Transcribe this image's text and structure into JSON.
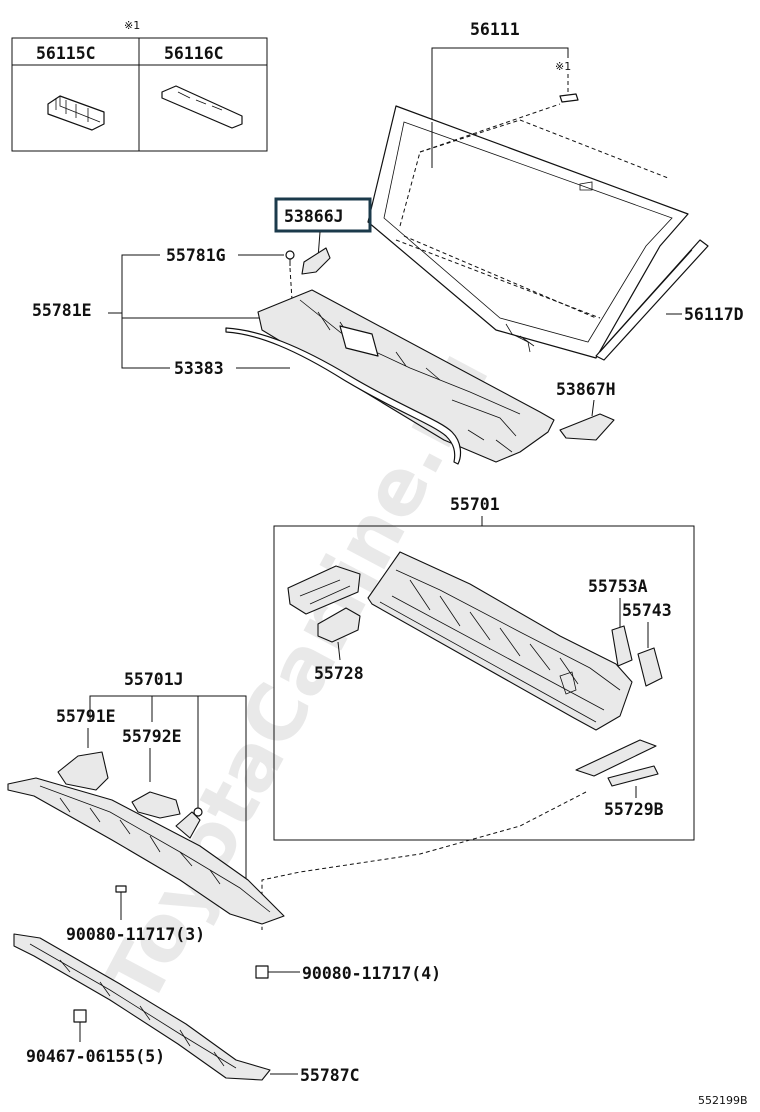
{
  "watermark": "ToyotaCarline.ru",
  "diagram_code": "552199B",
  "note_mark": "※1",
  "parts": {
    "p56115C": "56115C",
    "p56116C": "56116C",
    "p56111": "56111",
    "p56117D": "56117D",
    "p53866J": "53866J",
    "p55781G": "55781G",
    "p55781E": "55781E",
    "p53383": "53383",
    "p53867H": "53867H",
    "p55701": "55701",
    "p55753A": "55753A",
    "p55743": "55743",
    "p55728": "55728",
    "p55729B": "55729B",
    "p55701J": "55701J",
    "p55791E": "55791E",
    "p55792E": "55792E",
    "p90080_3": "90080-11717(3)",
    "p90080_4": "90080-11717(4)",
    "p90467": "90467-06155(5)",
    "p55787C": "55787C"
  },
  "highlight_color": "#1b3a4b"
}
